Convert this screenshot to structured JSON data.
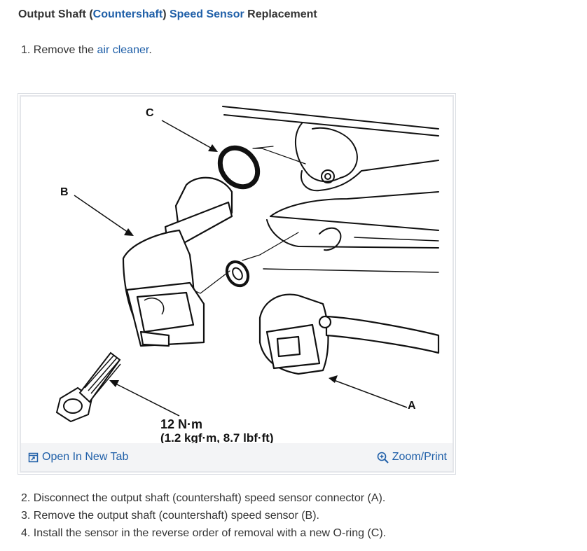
{
  "title": {
    "part1": "Output Shaft (",
    "link1": "Countershaft",
    "part2": ") ",
    "link2": "Speed Sensor",
    "part3": " Replacement"
  },
  "step1": {
    "prefix": "1. Remove the ",
    "link": "air cleaner",
    "suffix": "."
  },
  "figure": {
    "label_c": "C",
    "label_b": "B",
    "label_a": "A",
    "torque_line1": "12 N·m",
    "torque_line2": "(1.2 kgf·m, 8.7 lbf·ft)"
  },
  "toolbar": {
    "open_label": "Open In New Tab",
    "zoom_label": "Zoom/Print",
    "open_icon": "open-new-tab-icon",
    "zoom_icon": "zoom-icon"
  },
  "steps": [
    "2. Disconnect the output shaft (countershaft) speed sensor connector (A).",
    "3. Remove the output shaft (countershaft) speed sensor (B).",
    "4. Install the sensor in the reverse order of removal with a new O-ring (C)."
  ],
  "colors": {
    "link": "#1f5fa8",
    "text": "#333333",
    "toolbar_bg": "#f3f4f6"
  }
}
